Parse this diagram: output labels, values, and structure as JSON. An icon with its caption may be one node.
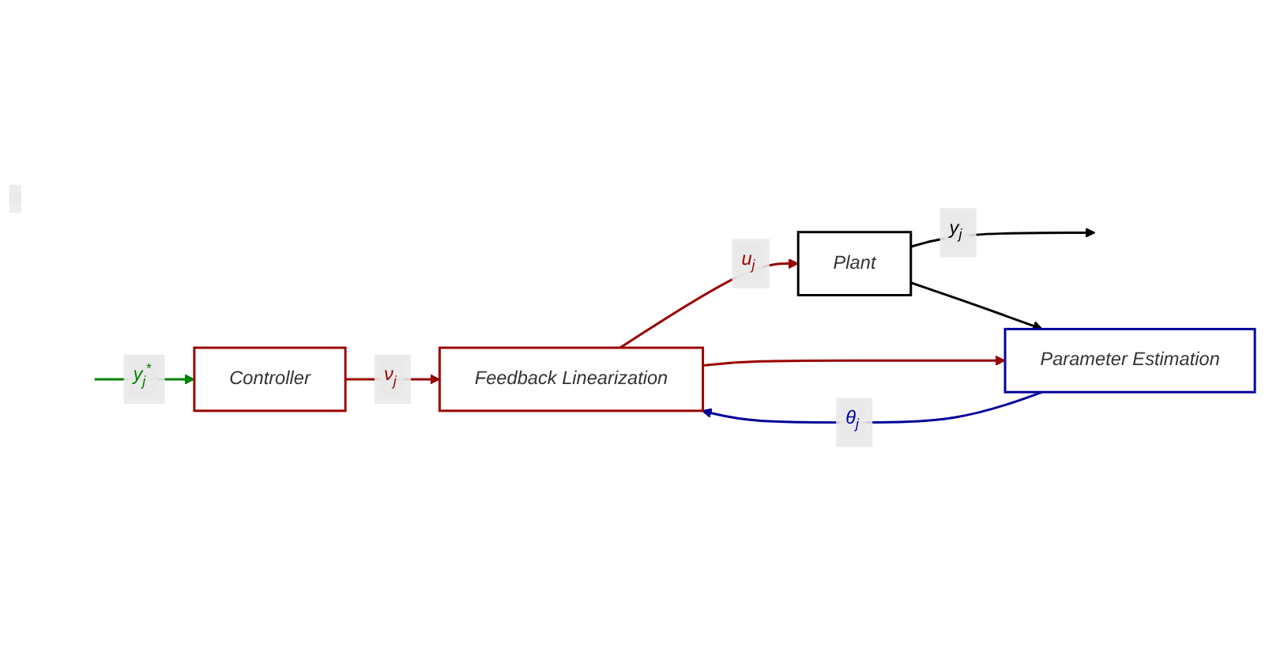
{
  "diagram": {
    "nodes": [
      {
        "text": [
          "Controller"
        ]
      },
      {
        "text": [
          "Feedback Linearization"
        ]
      },
      {
        "text": [
          "Plant"
        ]
      },
      {
        "text": [
          "Parameter Estimation"
        ]
      }
    ],
    "edges": [
      {
        "from": null,
        "to": 0,
        "arrow": "to",
        "label": "y$_{j}$$^{*}$",
        "color": "#008000"
      },
      {
        "from": 0,
        "to": 1,
        "arrow": "to",
        "label": "ν$_{j}$"
      },
      {
        "from": 1,
        "to": 2,
        "arrow": "to",
        "label": "u$_{j}$"
      },
      {
        "from": 1,
        "to": 3,
        "arrow": "to"
      },
      {
        "from": 2,
        "to": null,
        "arrow": "to",
        "label": "y$_{j}$",
        "color": "#000000"
      },
      {
        "from": 2,
        "to": 3,
        "arrow": "to",
        "color": "#000000"
      },
      {
        "from": 3,
        "to": 1,
        "arrow": "to",
        "label": "θ$_{j}$",
        "color": "#000099"
      }
    ]
  }
}
